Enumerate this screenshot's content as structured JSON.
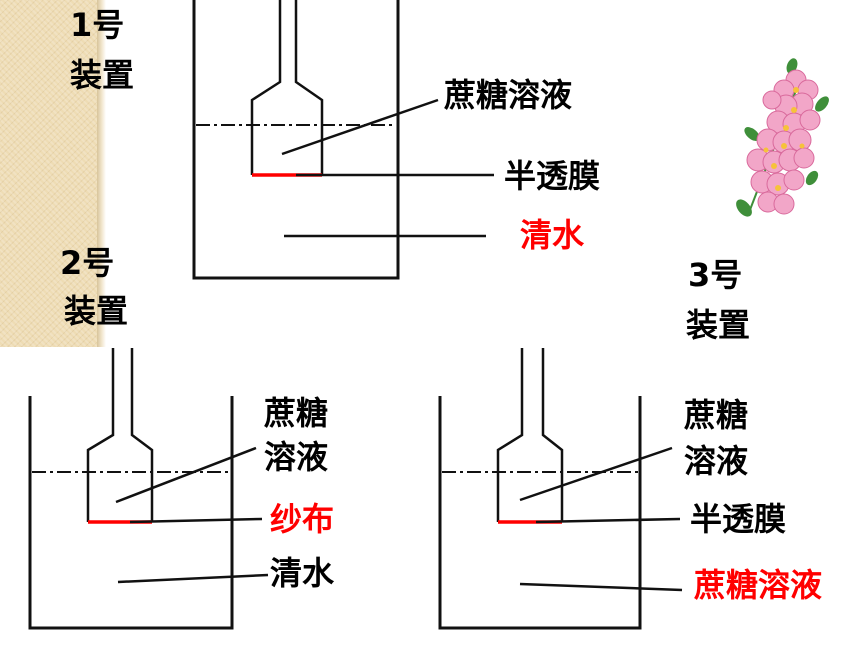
{
  "apparatus": [
    {
      "title_num": "1号",
      "title_word": "装置"
    },
    {
      "title_num": "2号",
      "title_word": "装置"
    },
    {
      "title_num": "3号",
      "title_word": "装置"
    }
  ],
  "labels": {
    "a1_sucrose": "蔗糖溶液",
    "a1_membrane": "半透膜",
    "a1_water": "清水",
    "a2_sucrose_l1": "蔗糖",
    "a2_sucrose_l2": "溶液",
    "a2_gauze": "纱布",
    "a2_water": "清水",
    "a3_sucrose_l1": "蔗糖",
    "a3_sucrose_l2": "溶液",
    "a3_membrane": "半透膜",
    "a3_outer": "蔗糖溶液"
  },
  "colors": {
    "text": "#000000",
    "highlight": "#ff0000",
    "apparatus_line": "#111111",
    "membrane": "#ff0000",
    "background_strip": "#eedcb4",
    "flower_petal": "#f2a6c8",
    "flower_center": "#f6c23a",
    "leaf": "#3f8f3a"
  },
  "decoration": {
    "icon": "flower-cluster-icon"
  }
}
